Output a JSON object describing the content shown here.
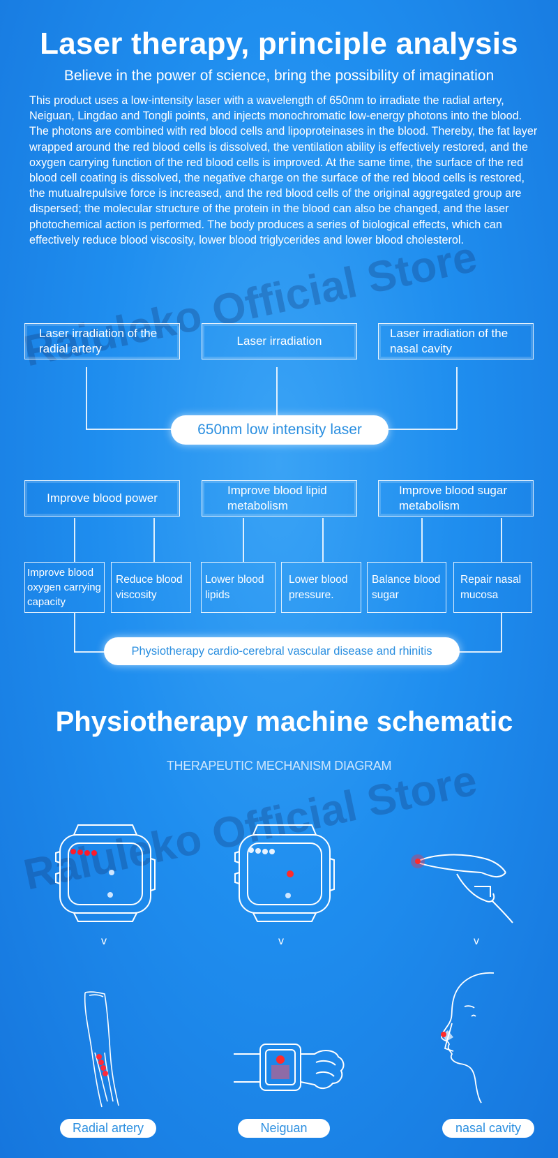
{
  "header": {
    "title": "Laser therapy, principle analysis",
    "subtitle": "Believe in the power of science, bring the possibility of imagination",
    "paragraph": "This product uses a low-intensity laser with a wavelength of 650nm to irradiate the radial artery, Neiguan, Lingdao and Tongli points, and injects monochromatic low-energy photons into the blood. The photons are combined with red blood cells and lipoproteinases in the blood. Thereby, the fat layer wrapped around the red blood cells is dissolved, the ventilation ability is effectively restored, and the oxygen carrying function of the red blood cells is improved. At the same time, the surface of the red blood cell coating is dissolved, the negative charge on the surface of the red blood cells is restored, the mutualrepulsive force is increased, and the red blood cells of the original aggregated group are dispersed; the molecular structure of the protein in the blood can also be changed, and the laser photochemical action is performed. The body produces a series of biological effects, which can effectively reduce blood viscosity, lower blood triglycerides and lower blood cholesterol."
  },
  "watermark": "Raiuleko Official Store",
  "flow": {
    "top_boxes": [
      "Laser irradiation of the radial artery",
      "Laser irradiation",
      "Laser irradiation of the nasal cavity"
    ],
    "center_pill": "650nm low intensity laser",
    "mid_boxes": [
      "Improve blood power",
      "Improve blood lipid metabolism",
      "Improve blood sugar metabolism"
    ],
    "small_boxes": [
      "Improve blood oxygen carrying capacity",
      "Reduce blood viscosity",
      "Lower blood lipids",
      "Lower blood pressure.",
      "Balance blood sugar",
      "Repair nasal mucosa"
    ],
    "bottom_pill": "Physiotherapy cardio-cerebral vascular disease and rhinitis"
  },
  "schematic": {
    "title": "Physiotherapy machine schematic",
    "subtitle": "THERAPEUTIC MECHANISM DIAGRAM",
    "arrow": "v",
    "labels": [
      "Radial artery",
      "Neiguan",
      "nasal cavity"
    ]
  },
  "colors": {
    "background": "#1f8eef",
    "pill_text": "#2b8fe0",
    "laser_red": "#ff2a2a"
  }
}
